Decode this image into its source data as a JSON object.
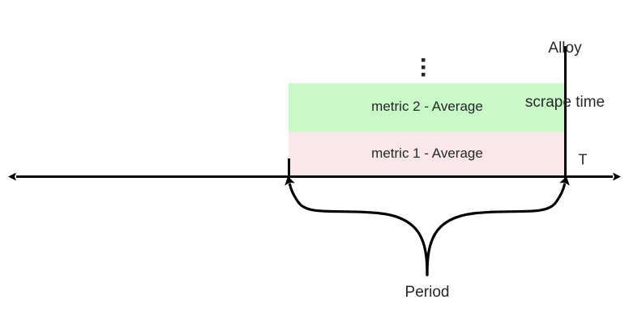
{
  "diagram": {
    "title_marker": {
      "name": "alloy-scrape-time",
      "line1": "Alloy",
      "line2": "scrape time"
    },
    "axis": {
      "label": "T",
      "name": "time-axis"
    },
    "ellipsis": {
      "glyph": "vertical-ellipsis",
      "meaning": "more metrics"
    },
    "stack": [
      {
        "label": "metric 2 - Average",
        "color": "#c9f9c6",
        "name": "metric-2-band"
      },
      {
        "label": "metric 1 - Average",
        "color": "#fae7e7",
        "name": "metric-1-band"
      }
    ],
    "brace": {
      "label": "Period",
      "name": "period-brace"
    },
    "colors": {
      "ink": "#25282c",
      "stroke": "#000000",
      "background": "#ffffff",
      "green_band": "#c9f9c6",
      "pink_band": "#fae7e7"
    }
  }
}
